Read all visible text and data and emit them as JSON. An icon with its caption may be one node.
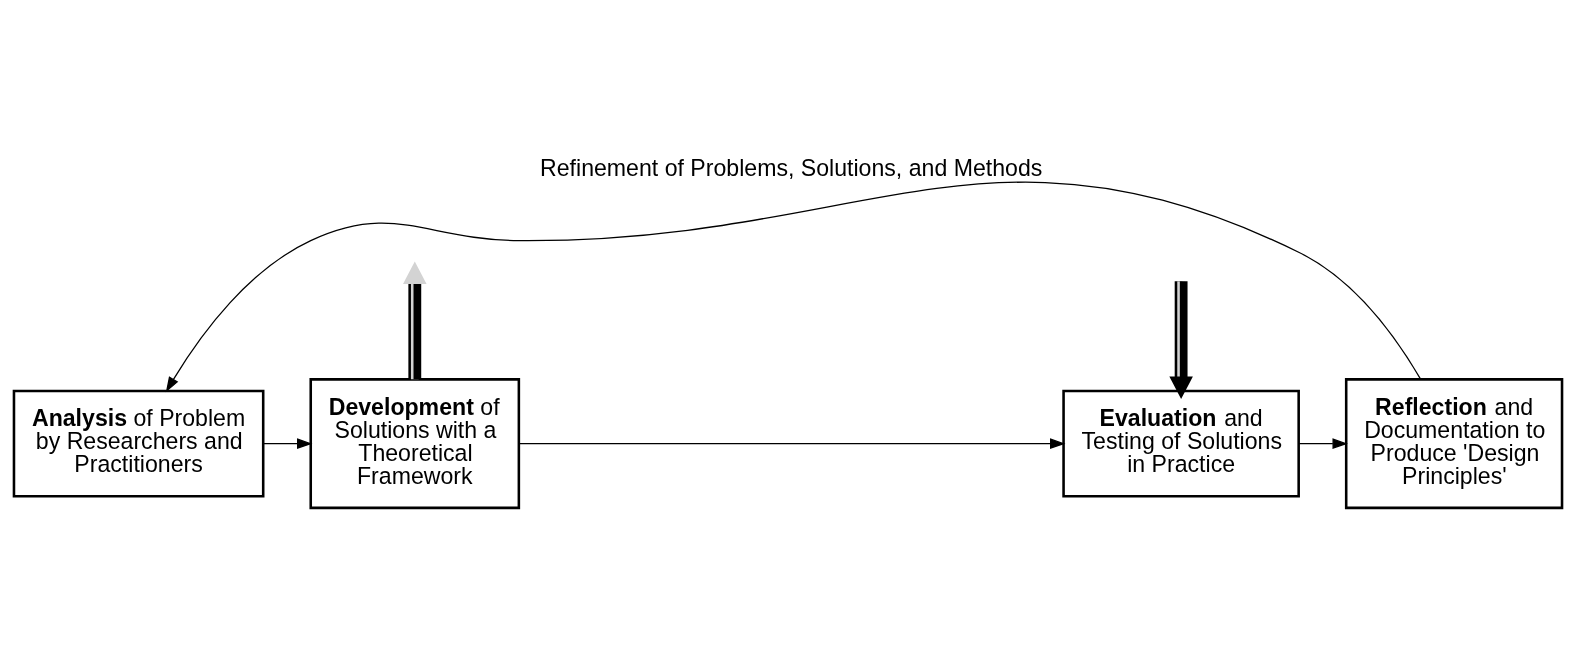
{
  "diagram": {
    "nodes": [
      {
        "text": [
          "**Analysis** of Problem by Researchers and Practitioners"
        ]
      },
      {
        "text": [
          "**Development** of Solutions with a Theoretical Framework"
        ]
      },
      {
        "text": [
          "**Evaluation** and Testing of Solutions in Practice"
        ]
      },
      {
        "text": [
          "**Reflection** and Documentation to Produce 'Design Principles'"
        ]
      }
    ],
    "edges": [
      {
        "from": 0,
        "to": 1,
        "arrow": "to"
      },
      {
        "from": 1,
        "to": 2,
        "arrow": "to"
      },
      {
        "from": 2,
        "to": 3,
        "arrow": "to"
      },
      {
        "from": 3,
        "to": 0,
        "arrow": "to",
        "label": "Refinement of Problems, Solutions, and Methods"
      },
      {
        "from": 1,
        "to": null,
        "arrow": "to",
        "style": "thick",
        "color": "#d3d3d3"
      },
      {
        "from": null,
        "to": 2,
        "arrow": "to",
        "style": "thick",
        "color": "#d3d3d3"
      }
    ]
  }
}
